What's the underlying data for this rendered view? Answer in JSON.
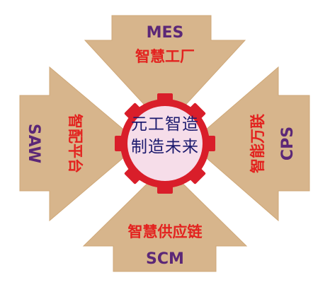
{
  "diagram": {
    "center": {
      "line1": "元工智造",
      "line2": "制造未来"
    },
    "top": {
      "en": "MES",
      "cn": "智慧工厂"
    },
    "bottom": {
      "cn": "智慧供应链",
      "en": "SCM"
    },
    "left": {
      "cn": "智配平台",
      "en": "SAW"
    },
    "right": {
      "cn": "智能万联",
      "en": "CPS"
    }
  },
  "colors": {
    "arrow": "#D7B58C",
    "gear": "#D91E2A",
    "gear_core": "#F6DDE9",
    "english_text": "#5B2777",
    "chinese_text": "#E3221F",
    "center_text": "#1C1A6E"
  }
}
